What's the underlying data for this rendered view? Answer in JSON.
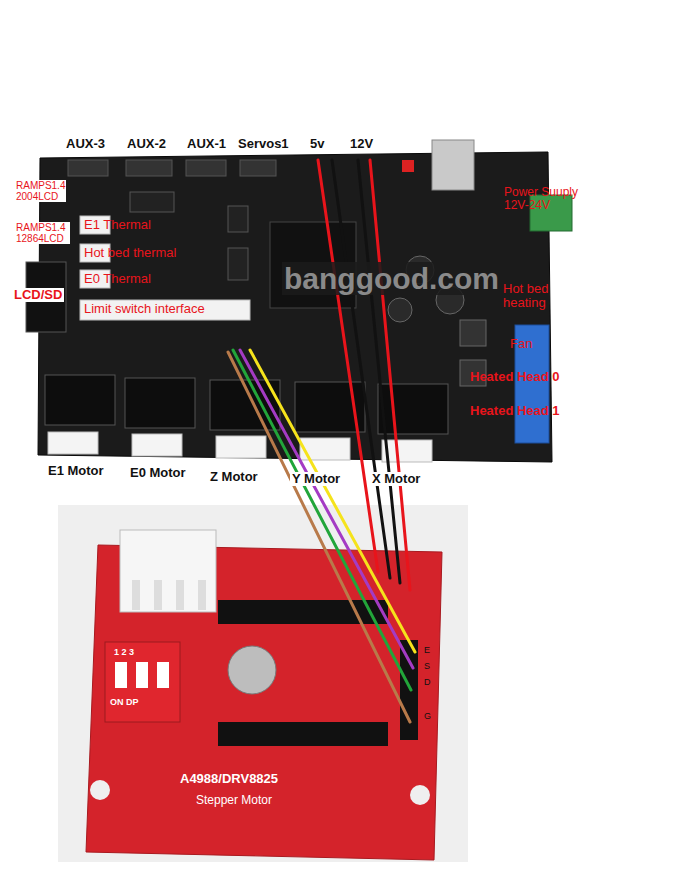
{
  "diagram": {
    "labels": [
      "AUX-3",
      "AUX-2",
      "AUX-1",
      "Servos1",
      "5v",
      "12V",
      "RAMPS1.4 2004LCD",
      "RAMPS1.4 12864LCD",
      "LCD/SD",
      "E1 Thermal",
      "Hot bed thermal",
      "E0 Thermal",
      "Limit switch interface",
      "Power Suuply 12V-24V",
      "Hot bed heating",
      "Fan",
      "Heated Head 0",
      "Heated Head 1",
      "E1 Motor",
      "E0 Motor",
      "Z Motor",
      "Y Motor",
      "X Motor",
      "A4988/DRV8825",
      "Stepper Motor",
      "ON DP",
      "1 2 3",
      "E",
      "S",
      "D",
      "G",
      "banggood.com"
    ]
  }
}
